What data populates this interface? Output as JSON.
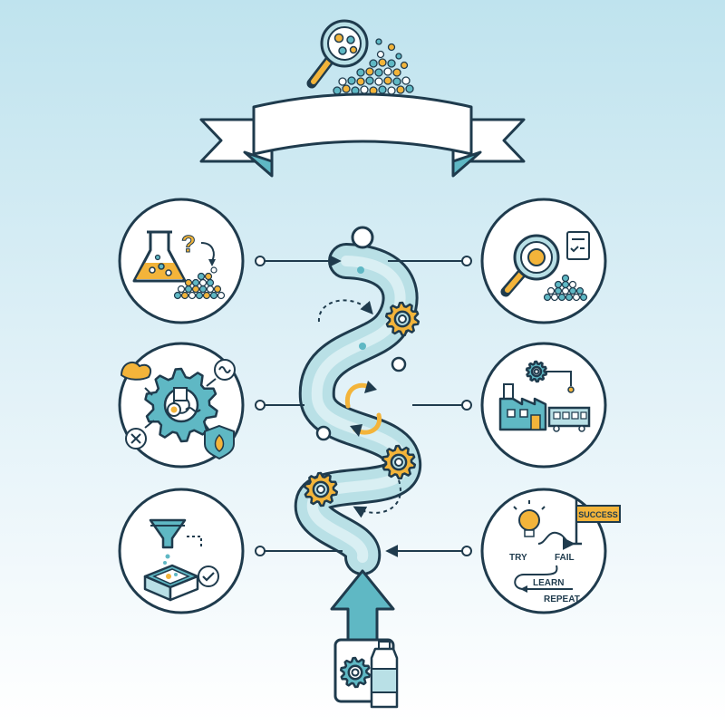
{
  "banner": {
    "text": ""
  },
  "process_labels": {
    "success": "SUCCESS",
    "try": "TRY",
    "fail": "FAIL",
    "learn": "LEARN",
    "repeat": "REPEAT"
  },
  "colors": {
    "teal": "#5fb8c4",
    "light_teal": "#b9e0e6",
    "dark_teal": "#3a9fb0",
    "yellow": "#f3b43a",
    "outline": "#1f3b4d",
    "white": "#ffffff"
  },
  "icons": {
    "top": "magnifier-particles-icon",
    "left_top": "flask-particles-icon",
    "left_middle": "gear-properties-icon",
    "left_bottom": "funnel-mold-icon",
    "right_top": "magnifier-checklist-icon",
    "right_middle": "factory-icon",
    "right_bottom": "try-fail-learn-icon",
    "bottom": "gear-bottle-icon"
  }
}
